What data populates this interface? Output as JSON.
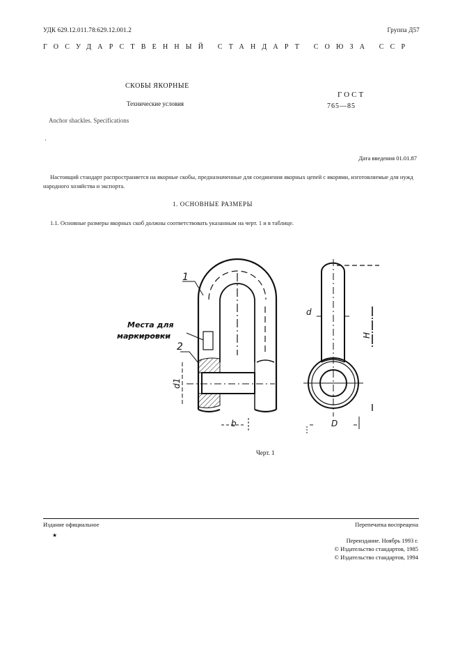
{
  "header": {
    "left": "УДК 629.12.011.78:629.12.001.2",
    "right": "Группа Д57",
    "banner": "Государственный стандарт союза ССР"
  },
  "doc": {
    "title": "СКОБЫ ЯКОРНЫЕ",
    "subtitle": "Технические условия",
    "english_title": "Anchor shackles. Specifications",
    "gost_label": "ГОСТ",
    "gost_number": "765—85",
    "dot_mark": "·",
    "intro_date": "Дата введения 01.01.87"
  },
  "body": {
    "paragraph_intro": "Настоящий стандарт распространяется на якорные скобы, предназначенные для соединения якорных цепей с якорями, изготовляемые для нужд народного хозяйства и экспорта.",
    "section_title": "1. ОСНОВНЫЕ РАЗМЕРЫ",
    "paragraph_section": "1.1. Основные размеры якорных скоб должны соответствовать указанным на черт. 1 и в таблице.",
    "figure_caption": "Черт. 1"
  },
  "figure": {
    "callout_1": "1",
    "callout_2": "2",
    "marking_label_line1": "Места для",
    "marking_label_line2": "маркировки",
    "dim_d1": "d1",
    "dim_b": "b",
    "dim_d": "d",
    "dim_H": "H",
    "dim_D": "D"
  },
  "footer": {
    "official": "Издание официальное",
    "reprint": "Перепечатка воспрещена",
    "mark": "★",
    "reissue_lines": [
      "Переиздание. Ноябрь 1993 г.",
      "© Издательство стандартов, 1985",
      "© Издательство стандартов, 1994"
    ]
  }
}
